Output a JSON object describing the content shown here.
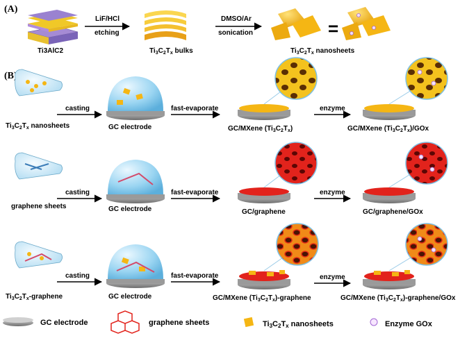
{
  "panel_a": {
    "label": "(A)",
    "start_material": "Ti3AlC2",
    "step1_line1": "LiF/HCl",
    "step1_line2": "etching",
    "intermediate": "Ti3C2Tx bulks",
    "step2_line1": "DMSO/Ar",
    "step2_line2": "sonication",
    "product": "Ti3C2Tx nanosheets",
    "equals": "="
  },
  "panel_b": {
    "label": "(B)",
    "rows": [
      {
        "tube_label": "Ti3C2Tx nanosheets",
        "step1": "casting",
        "electrode_label": "GC electrode",
        "step2": "fast-evaporate",
        "film_label": "GC/MXene (Ti3C2Tx)",
        "step3": "enzyme",
        "final_label": "GC/MXene (Ti3C2Tx)/GOx"
      },
      {
        "tube_label": "graphene sheets",
        "step1": "casting",
        "electrode_label": "GC electrode",
        "step2": "fast-evaporate",
        "film_label": "GC/graphene",
        "step3": "enzyme",
        "final_label": "GC/graphene/GOx"
      },
      {
        "tube_label": "Ti3C2Tx-graphene",
        "step1": "casting",
        "electrode_label": "GC electrode",
        "step2": "fast-evaporate",
        "film_label": "GC/MXene (Ti3C2Tx)-graphene",
        "step3": "enzyme",
        "final_label": "GC/MXene (Ti3C2Tx)-graphene/GOx"
      }
    ]
  },
  "legend": {
    "items": [
      "GC electrode",
      "graphene sheets",
      "Ti3C2Tx nanosheets",
      "Enzyme GOx"
    ]
  },
  "colors": {
    "mxene_gold": "#f2b818",
    "graphene_red": "#e0201c",
    "electrode_grey": "#8c8c8c",
    "droplet_blue": "#7ec8ec"
  }
}
